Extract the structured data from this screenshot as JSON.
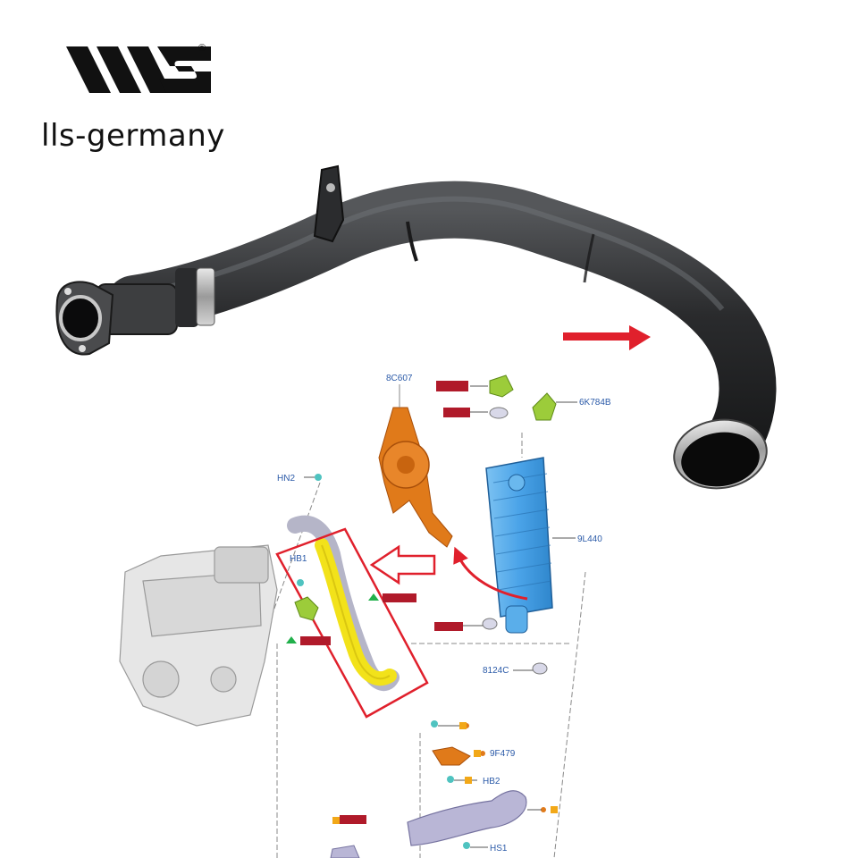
{
  "brand": {
    "logo_text": "LLS",
    "registered_mark": "®",
    "name": "lls-germany"
  },
  "diagram": {
    "labels": {
      "fan": "8C607",
      "bracket": "6K784B",
      "intercooler": "9L440",
      "plug": "8124C",
      "hose_a": "HN2",
      "hose_b": "HB1",
      "clip": "9F479",
      "hose_c": "HB2",
      "hose_d": "HS1"
    }
  },
  "colors": {
    "accent_red": "#e0202c",
    "intercooler_blue": "#4aa3e8",
    "highlight_yellow": "#f2e21a",
    "fan_orange": "#e07a1a",
    "hose_black": "#2e2f31",
    "label_blue": "#2b5aa8"
  }
}
